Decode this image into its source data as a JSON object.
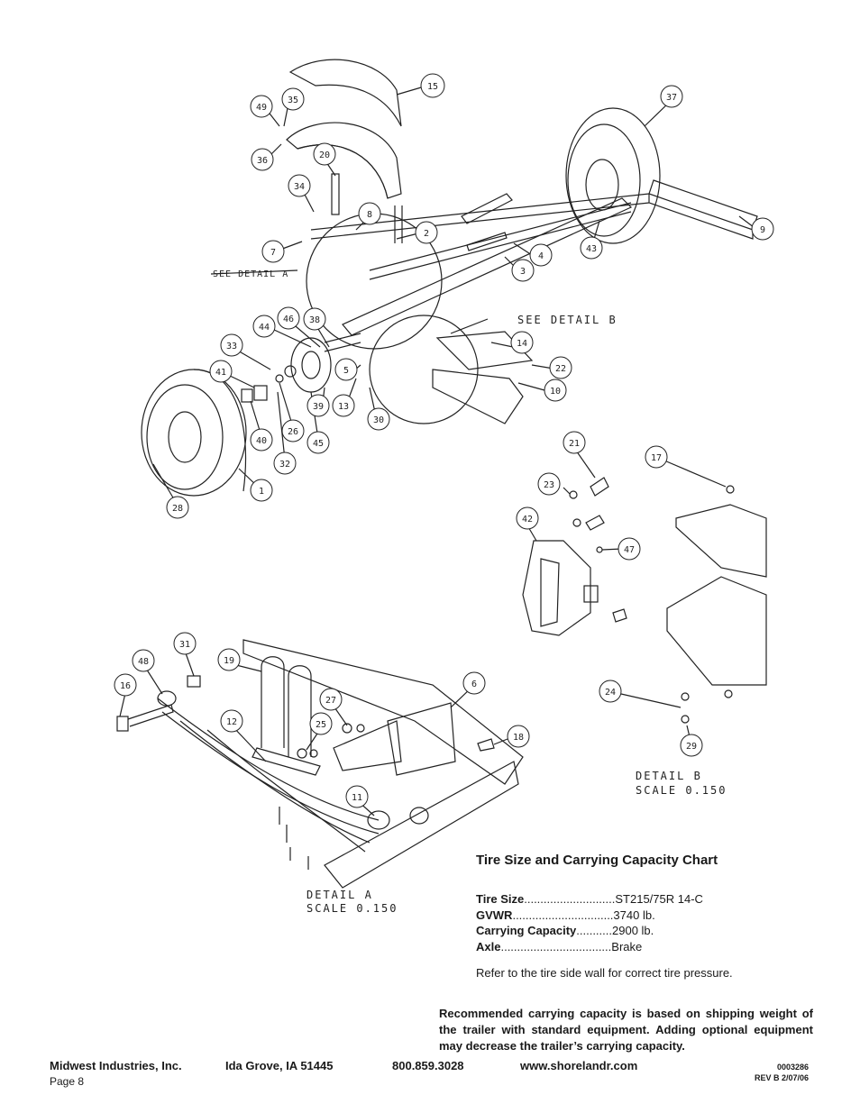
{
  "balloons": [
    "15",
    "49",
    "35",
    "36",
    "20",
    "34",
    "8",
    "2",
    "7",
    "37",
    "9",
    "43",
    "4",
    "3",
    "44",
    "46",
    "38",
    "33",
    "41",
    "40",
    "32",
    "26",
    "45",
    "39",
    "13",
    "5",
    "30",
    "14",
    "22",
    "10",
    "1",
    "28",
    "21",
    "23",
    "17",
    "42",
    "47",
    "31",
    "48",
    "19",
    "16",
    "12",
    "27",
    "25",
    "6",
    "18",
    "11",
    "24",
    "29"
  ],
  "detail_labels": {
    "see_a": "SEE DETAIL  A",
    "see_b": "SEE DETAIL  B",
    "detail_a_title": "DETAIL  A",
    "detail_a_scale": "SCALE  0.150",
    "detail_b_title": "DETAIL  B",
    "detail_b_scale": "SCALE  0.150"
  },
  "chart": {
    "title": "Tire Size and Carrying Capacity Chart",
    "rows": [
      {
        "label": "Tire Size",
        "dots": "............................",
        "value": "ST215/75R 14-C"
      },
      {
        "label": "GVWR",
        "dots": "...............................",
        "value": "3740 lb."
      },
      {
        "label": "Carrying Capacity",
        "dots": "...........",
        "value": "2900 lb."
      },
      {
        "label": "Axle",
        "dots": "..................................",
        "value": "Brake"
      }
    ],
    "note": "Refer to the tire side wall for correct tire pressure."
  },
  "capacity_note": "Recommended carrying capacity is based on shipping weight of the trailer with standard equipment. Adding optional equipment may decrease the trailer’s carrying capacity.",
  "footer": {
    "company": "Midwest Industries, Inc.",
    "location": "Ida Grove, IA  51445",
    "phone": "800.859.3028",
    "website": "www.shorelandr.com",
    "page": "Page 8",
    "doc_number": "0003286",
    "revision": "REV  B  2/07/06"
  }
}
